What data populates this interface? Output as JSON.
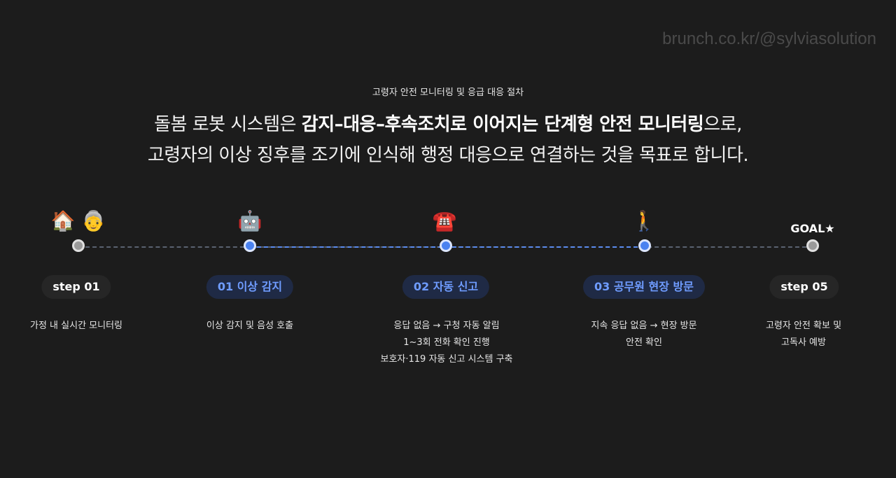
{
  "watermark": "brunch.co.kr/@sylviasolution",
  "subtitle": "고령자 안전 모니터링 및 응급 대응 절차",
  "headline": {
    "line1_pre": "돌봄 로봇 시스템은 ",
    "line1_bold": "감지–대응–후속조치로 이어지는 단계형 안전 모니터링",
    "line1_post": "으로,",
    "line2": "고령자의 이상 징후를 조기에 인식해 행정 대응으로 연결하는 것을 목표로 합니다."
  },
  "goal_label": "GOAL★",
  "steps": [
    {
      "icon": "🏠 👵",
      "label": "step 01",
      "desc": [
        "가정 내 실시간 모니터링"
      ]
    },
    {
      "icon": "🤖",
      "label": "01 이상 감지",
      "desc": [
        "이상 감지 및 음성 호출"
      ]
    },
    {
      "icon": "☎️",
      "label": "02 자동 신고",
      "desc": [
        "응답 없음 → 구청 자동 알림",
        "1~3회 전화 확인 진행",
        "보호자·119 자동 신고 시스템 구축"
      ]
    },
    {
      "icon": "🚶",
      "label": "03 공무원 현장 방문",
      "desc": [
        "지속 응답 없음 → 현장 방문",
        "안전 확인"
      ]
    },
    {
      "icon": "",
      "label": "step 05",
      "desc": [
        "고령자 안전 확보 및",
        "고독사 예방"
      ]
    }
  ],
  "colors": {
    "background": "#1c1c1c",
    "accent": "#4a82f0",
    "accent_text": "#6f9cff",
    "pill_gray": "#262626",
    "pill_blue": "#1f2a45"
  }
}
